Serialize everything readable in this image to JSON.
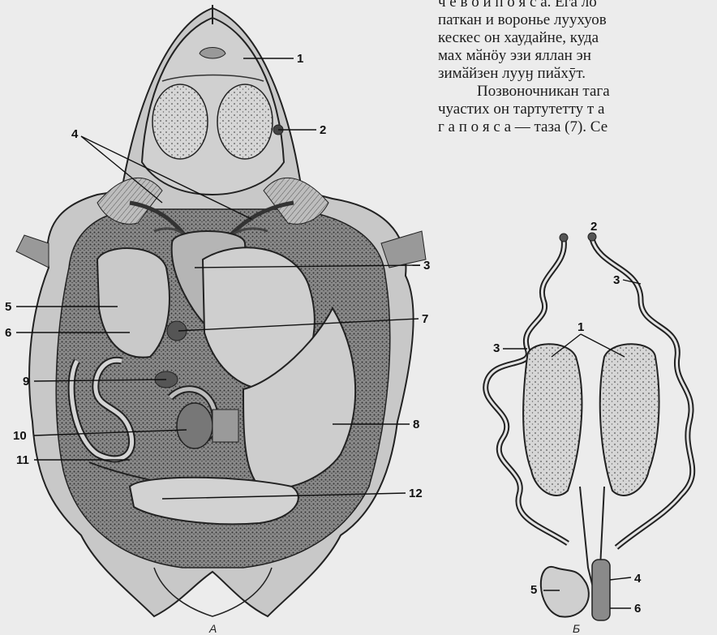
{
  "text_lines": [
    "ч е в о й п о я с а.  Ега ло",
    "паткан и воронье луухуов",
    "кескес он хаудайне, куда",
    "мах мӑнӧу эзи яллан эн",
    "зимӑйзен  лууӈ пиӑхӯт.",
    "Позвоночникан      тага",
    "чуастих он тартутетту т а",
    "г а п о я с а — таза (7). Се"
  ],
  "figure_a": {
    "caption": "А",
    "labels": [
      "1",
      "2",
      "3",
      "4",
      "5",
      "6",
      "7",
      "8",
      "9",
      "10",
      "11",
      "12"
    ]
  },
  "figure_b": {
    "caption": "Б",
    "labels": [
      "1",
      "2",
      "3",
      "3",
      "4",
      "5",
      "6"
    ]
  }
}
